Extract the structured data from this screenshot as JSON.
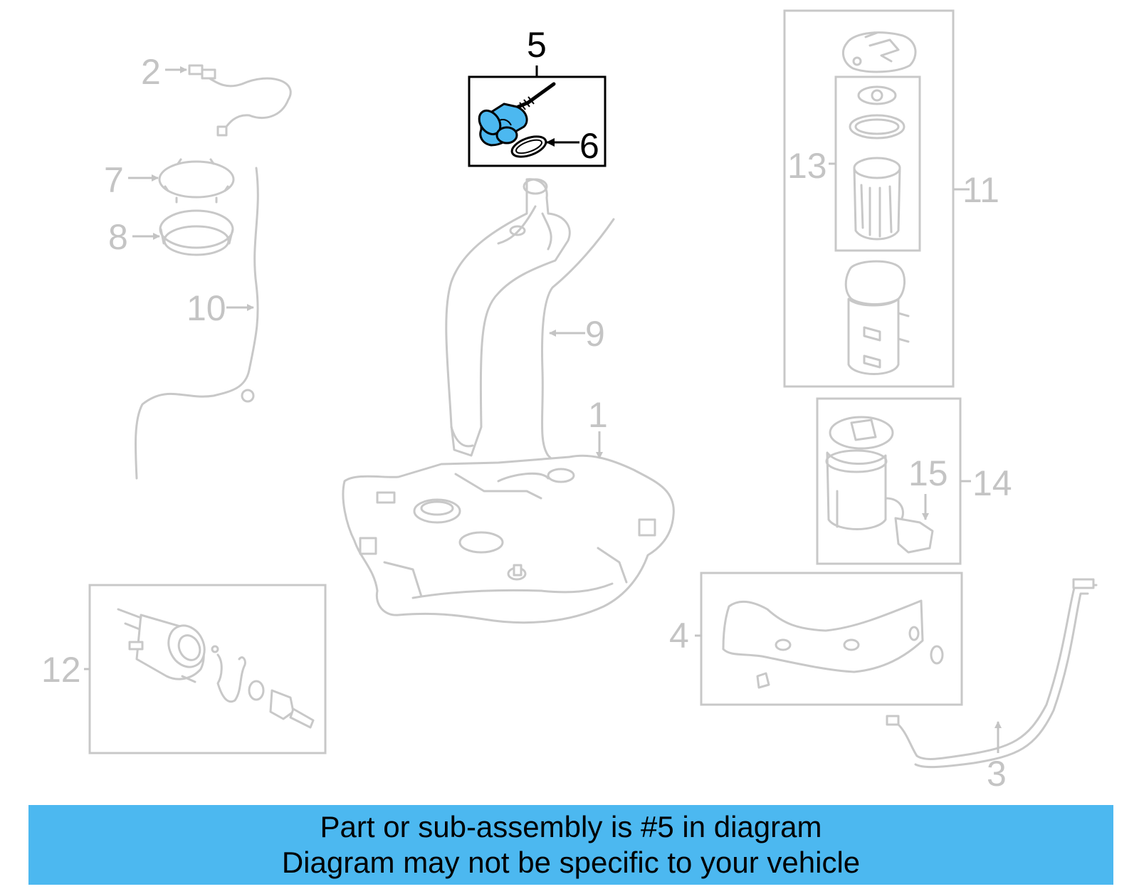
{
  "diagram": {
    "highlight_color": "#4cb8f0",
    "highlighted_part": "5",
    "callouts": {
      "c1": "1",
      "c2": "2",
      "c3": "3",
      "c4": "4",
      "c5": "5",
      "c6": "6",
      "c7": "7",
      "c8": "8",
      "c9": "9",
      "c10": "10",
      "c11": "11",
      "c12": "12",
      "c13": "13",
      "c14": "14",
      "c15": "15"
    }
  },
  "banner": {
    "line1": "Part or sub-assembly is #5 in diagram",
    "line2": "Diagram may not be specific to your vehicle",
    "background": "#4cb8f0"
  }
}
